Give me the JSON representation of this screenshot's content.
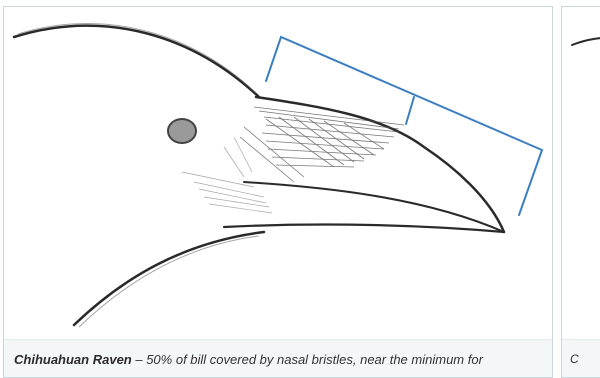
{
  "cards": [
    {
      "caption_species": "Chihuahuan Raven",
      "caption_rest": " – 50% of bill covered by nasal bristles, near the minimum for",
      "illustration_icon": "raven-head-illustration",
      "measure_color": "#3d7ec0",
      "sketch_color": "#2a2a2a"
    },
    {
      "caption_peek": "C"
    }
  ]
}
